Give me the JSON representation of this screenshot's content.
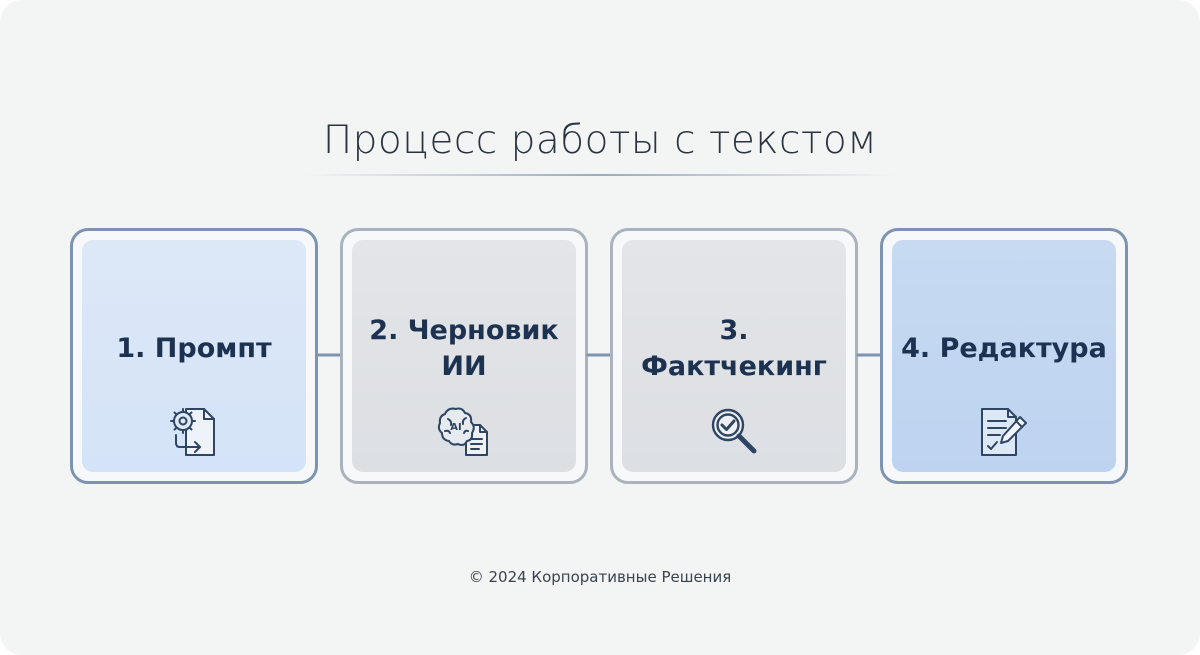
{
  "title": "Процесс работы с текстом",
  "steps": [
    {
      "label": "1. Промпт",
      "icon": "document-gear-icon"
    },
    {
      "label": "2. Черновик\nИИ",
      "icon": "ai-brain-document-icon",
      "icon_text": "AI"
    },
    {
      "label": "3. Фактчекинг",
      "icon": "magnifier-check-icon"
    },
    {
      "label": "4. Редактура",
      "icon": "document-pen-icon"
    }
  ],
  "connector_icon": "arrow-right-icon",
  "footer": "© 2024 Корпоративные Решения",
  "colors": {
    "background": "#f3f4f4",
    "title_text": "#2a3441",
    "step_text": "#1c3250",
    "blue_border": "#7d93b2",
    "gray_border": "#a9b2bd",
    "step1_fill": "#d8e5f7",
    "step2_fill": "#e0e2e6",
    "step3_fill": "#e0e2e6",
    "step4_fill": "#c2d7f1",
    "icon_stroke": "#2e4563",
    "arrow": "#7d93b2"
  }
}
